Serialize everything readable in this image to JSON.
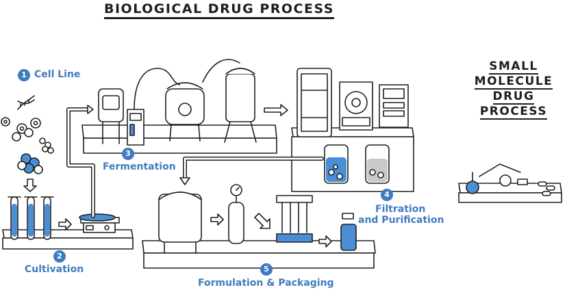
{
  "title": "BIOLOGICAL DRUG PROCESS",
  "side_title": [
    "SMALL",
    "MOLECULE",
    "DRUG",
    "PROCESS"
  ],
  "colors": {
    "accent": "#3f7bc1",
    "ink": "#1e1e1e",
    "fill_blue": "#4a8fd6",
    "fill_gray": "#c9c9c9"
  },
  "steps": [
    {
      "number": "1",
      "label": "Cell Line"
    },
    {
      "number": "2",
      "label": "Cultivation"
    },
    {
      "number": "3",
      "label": "Fermentation"
    },
    {
      "number": "4",
      "label_line1": "Filtration",
      "label_line2": "and Purification"
    },
    {
      "number": "5",
      "label": "Formulation & Packaging"
    }
  ]
}
